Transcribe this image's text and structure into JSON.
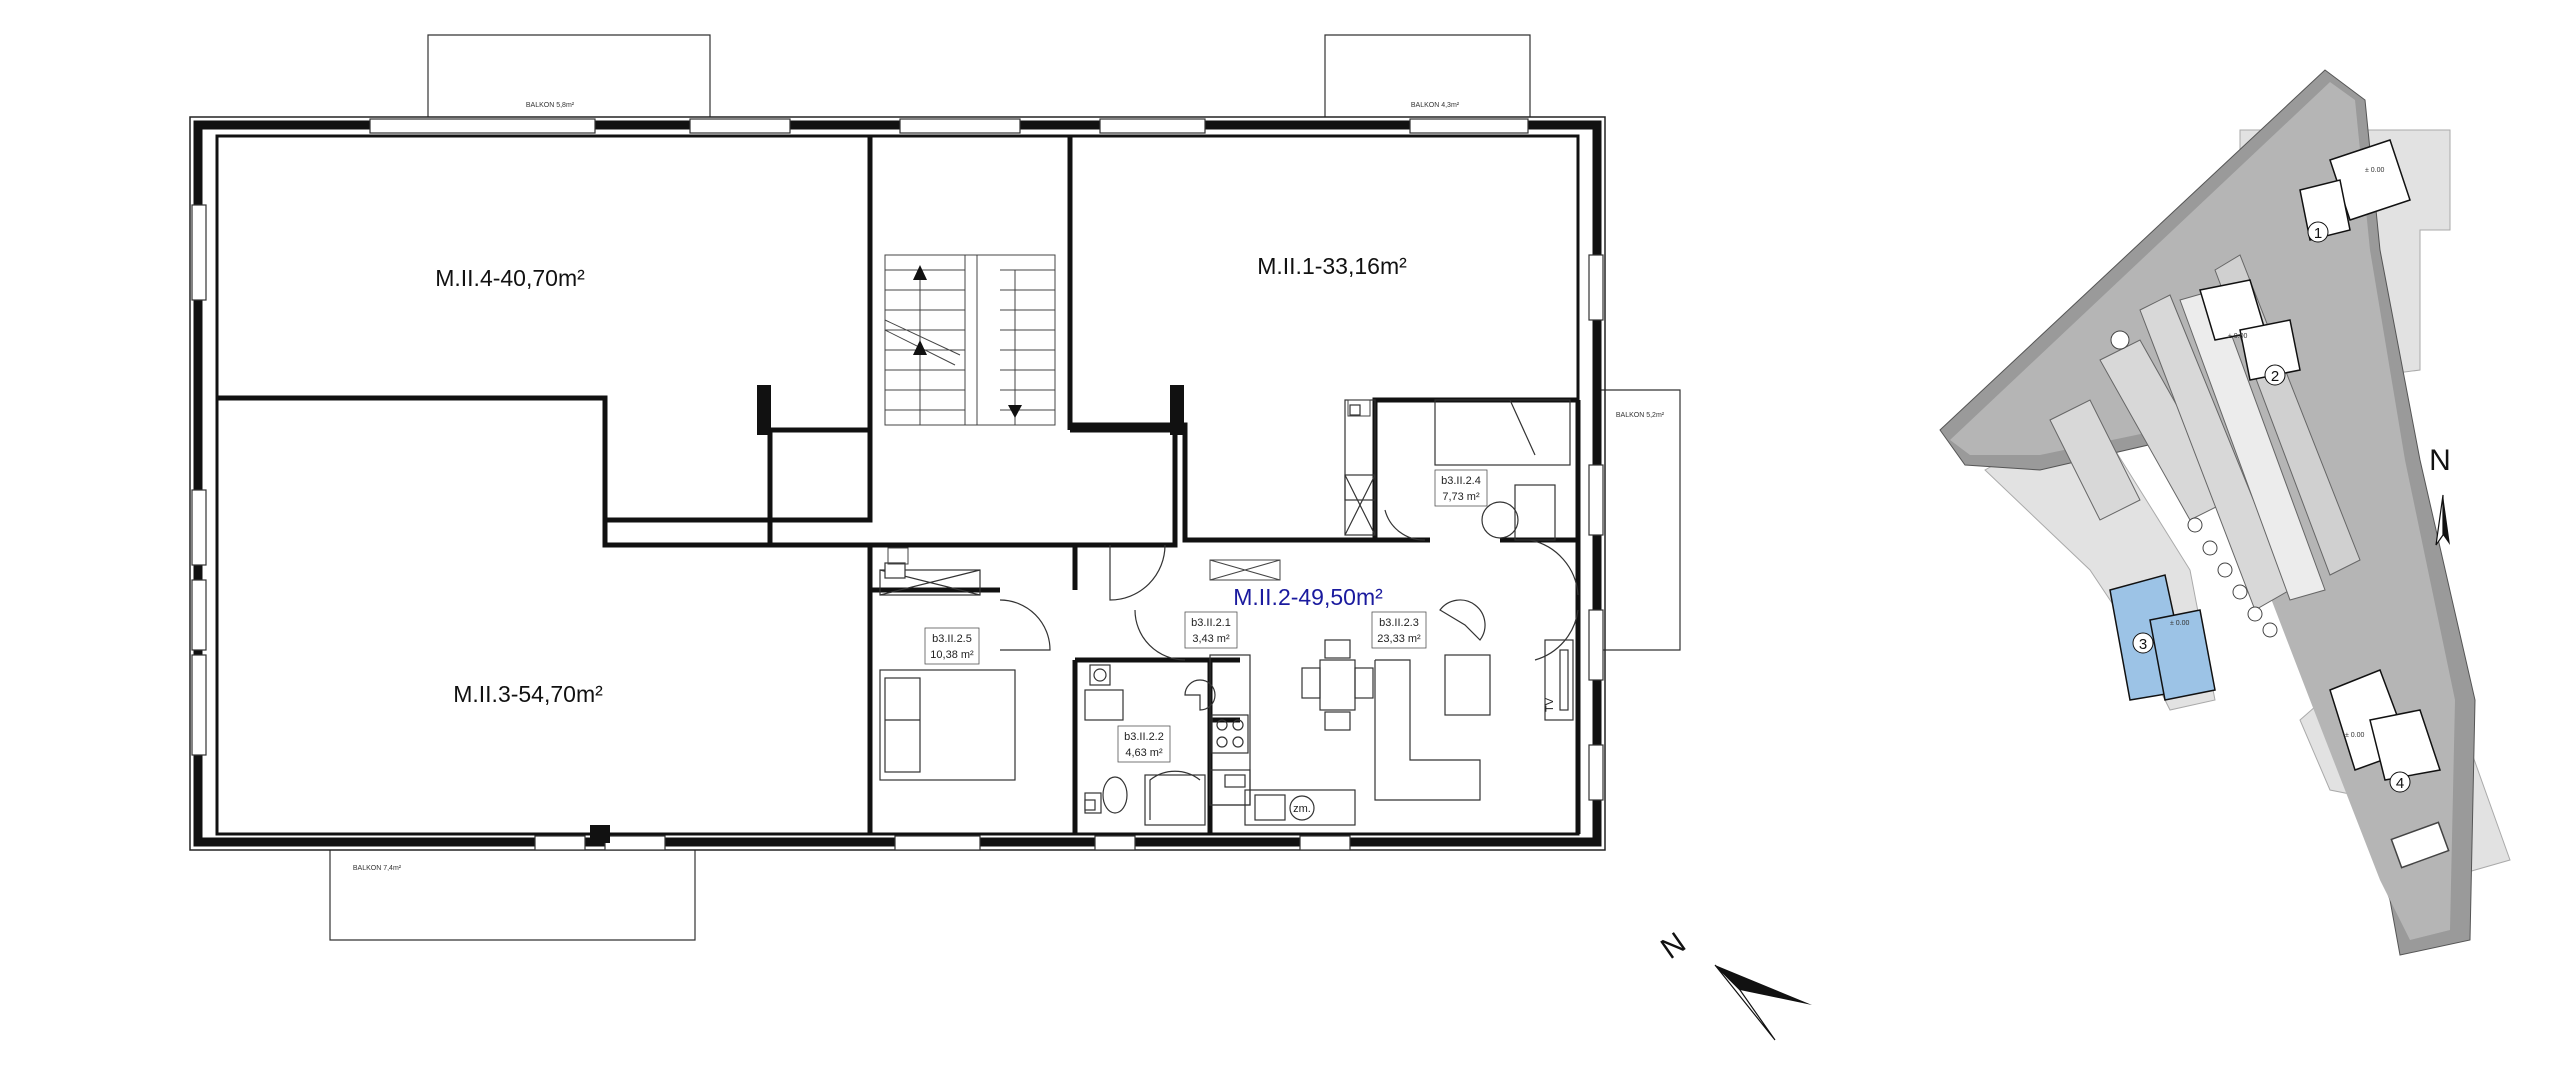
{
  "apartments": [
    {
      "id": "m4",
      "label": "M.II.4-40,70m²"
    },
    {
      "id": "m1",
      "label": "M.II.1-33,16m²"
    },
    {
      "id": "m3",
      "label": "M.II.3-54,70m²"
    },
    {
      "id": "m2",
      "label": "M.II.2-49,50m²",
      "color": "#1a1a9e",
      "highlighted": true
    }
  ],
  "rooms": [
    {
      "code": "b3.II.2.1",
      "area": "3,43 m²"
    },
    {
      "code": "b3.II.2.2",
      "area": "4,63 m²"
    },
    {
      "code": "b3.II.2.3",
      "area": "23,33 m²"
    },
    {
      "code": "b3.II.2.4",
      "area": "7,73 m²"
    },
    {
      "code": "b3.II.2.5",
      "area": "10,38 m²"
    }
  ],
  "balconies": [
    {
      "label": "BALKON 5,8m²"
    },
    {
      "label": "BALKON 4,3m²"
    },
    {
      "label": "BALKON 5,2m²"
    },
    {
      "label": "BALKON 7,4m²"
    }
  ],
  "fixtures": {
    "tv": "TV",
    "zm": "zm."
  },
  "compass": {
    "north_label": "N"
  },
  "site_plan": {
    "north_label": "N",
    "building_numbers": [
      "1",
      "2",
      "3",
      "4"
    ],
    "elevation_label": "± 0.00",
    "highlight_color": "#9cc3e6"
  },
  "colors": {
    "wall": "#1a1a1a",
    "accent": "#1a1a9e",
    "road": "#8c8c8c",
    "gravel": "#dedede"
  }
}
